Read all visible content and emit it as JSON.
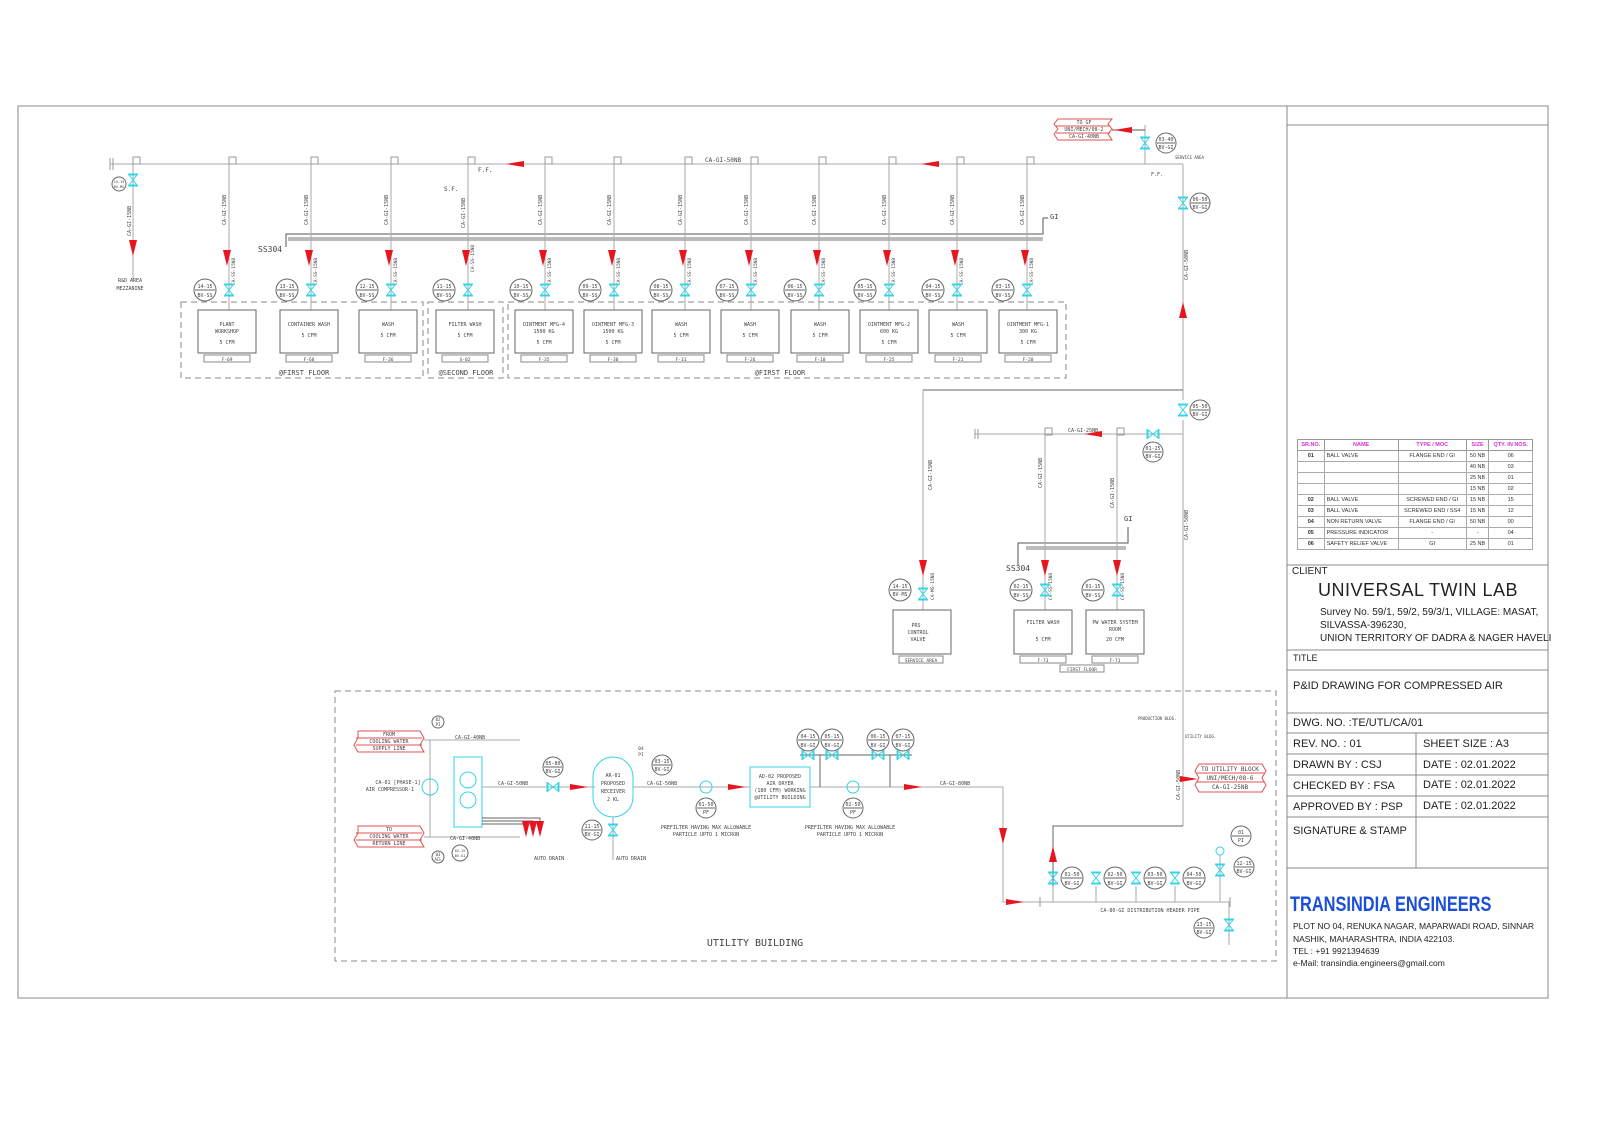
{
  "title_block": {
    "client_label": "CLIENT",
    "client_name": "UNIVERSAL TWIN LAB",
    "client_address": [
      "Survey No. 59/1, 59/2, 59/3/1,   VILLAGE: MASAT,",
      "SILVASSA-396230,",
      "UNION TERRITORY OF DADRA & NAGER HAVELI"
    ],
    "title_label": "TITLE",
    "title": "P&ID DRAWING FOR COMPRESSED AIR",
    "dwg_no": "DWG. NO. :TE/UTL/CA/01",
    "rev_no": "REV. NO. : 01",
    "sheet_size": "SHEET SIZE : A3",
    "drawn_by": "DRAWN BY :  CSJ",
    "checked_by": "CHECKED BY :  FSA",
    "approved_by": "APPROVED BY :  PSP",
    "date1": "DATE :  02.01.2022",
    "date2": "DATE :  02.01.2022",
    "date3": "DATE :  02.01.2022",
    "signature": "SIGNATURE & STAMP",
    "company": "TRANSINDIA ENGINEERS",
    "company_address": [
      "PLOT NO 04, RENUKA NAGAR, MAPARWADI ROAD, SINNAR",
      "NASHIK, MAHARASHTRA, INDIA  422103.",
      "TEL : +91 9921394639",
      "e-Mail: transindia.engineers@gmail.com"
    ],
    "brand_color": "#1a4fd6"
  },
  "bom": {
    "headers": [
      "SR.NO.",
      "NAME",
      "TYPE / MOC",
      "SIZE",
      "QTY. IN NOS."
    ],
    "rows": [
      {
        "sr": "01",
        "name": "BALL VALVE",
        "type": "FLANGE END / GI",
        "size": "50 NB",
        "qty": "06"
      },
      {
        "sr": "",
        "name": "",
        "type": "",
        "size": "40 NB",
        "qty": "03"
      },
      {
        "sr": "",
        "name": "",
        "type": "",
        "size": "25 NB",
        "qty": "01"
      },
      {
        "sr": "",
        "name": "",
        "type": "",
        "size": "15 NB",
        "qty": "02"
      },
      {
        "sr": "02",
        "name": "BALL VALVE",
        "type": "SCREWED END / GI",
        "size": "15 NB",
        "qty": "15"
      },
      {
        "sr": "03",
        "name": "BALL VALVE",
        "type": "SCREWED END / SS4",
        "size": "15 NB",
        "qty": "12"
      },
      {
        "sr": "04",
        "name": "NON RETURN VALVE",
        "type": "FLANGE END / GI",
        "size": "50 NB",
        "qty": "00"
      },
      {
        "sr": "05",
        "name": "PRESSURE INDICATOR",
        "type": "-",
        "size": "-",
        "qty": "04"
      },
      {
        "sr": "06",
        "name": "SAFETY RELIEF VALVE",
        "type": "GI",
        "size": "25 NB",
        "qty": "01"
      }
    ]
  },
  "top_header": {
    "line_label": "CA-GI-50NB",
    "ss_label": "SS304",
    "gi_label": "GI",
    "sf_label": "S.F.",
    "ff_label": "F.F.",
    "rd_area": [
      "R&D AREA",
      "MEZZANINE"
    ],
    "rd_line": "CA-GI-15NB",
    "rd_tag": [
      "15-15",
      "BV-MS"
    ],
    "first_floor_label": "@FIRST  FLOOR",
    "second_floor_label": "@SECOND  FLOOR",
    "branch_line_gi": "CA-GI-15NB",
    "branch_line_ss": "CA-SS-15NB",
    "branch_line_ss_short": "CA-SS-15NB",
    "rooms": [
      {
        "tag": [
          "14-15",
          "BV-SS"
        ],
        "name": [
          "PLANT",
          "WORKSHOP"
        ],
        "cfm": "5 CFM",
        "code": "F-69"
      },
      {
        "tag": [
          "13-15",
          "BV-SS"
        ],
        "name": [
          "CONTAINER WASH"
        ],
        "cfm": "5 CFM",
        "code": "F-68"
      },
      {
        "tag": [
          "12-15",
          "BV-SS"
        ],
        "name": [
          "WASH"
        ],
        "cfm": "5 CFM",
        "code": "F-36"
      },
      {
        "tag": [
          "11-15",
          "BV-SS"
        ],
        "name": [
          "FILTER WASH"
        ],
        "cfm": "5 CFM",
        "code": "S-02"
      },
      {
        "tag": [
          "10-15",
          "BV-SS"
        ],
        "name": [
          "OINTMENT MFG-4",
          "1500 KG"
        ],
        "cfm": "5 CFM",
        "code": "F-35"
      },
      {
        "tag": [
          "09-15",
          "BV-SS"
        ],
        "name": [
          "OINTMENT MFG-3",
          "1500 KG"
        ],
        "cfm": "5 CFM",
        "code": "F-30"
      },
      {
        "tag": [
          "08-15",
          "BV-SS"
        ],
        "name": [
          "WASH"
        ],
        "cfm": "5 CFM",
        "code": "F-31"
      },
      {
        "tag": [
          "07-15",
          "BV-SS"
        ],
        "name": [
          "WASH"
        ],
        "cfm": "5 CFM",
        "code": "F-26"
      },
      {
        "tag": [
          "06-15",
          "BV-SS"
        ],
        "name": [
          "WASH"
        ],
        "cfm": "5 CFM",
        "code": "F-10"
      },
      {
        "tag": [
          "05-15",
          "BV-SS"
        ],
        "name": [
          "OINTMENT MFG-2",
          "600 KG"
        ],
        "cfm": "5 CFM",
        "code": "F-25"
      },
      {
        "tag": [
          "04-15",
          "BV-SS"
        ],
        "name": [
          "WASH"
        ],
        "cfm": "5 CFM",
        "code": "F-21"
      },
      {
        "tag": [
          "03-15",
          "BV-SS"
        ],
        "name": [
          "OINTMENT MFG-1",
          "300 KG"
        ],
        "cfm": "5 CFM",
        "code": "F-20"
      }
    ],
    "to_gf_box": [
      "TO GF",
      "UNI/MECH/08-2",
      "CA-GI-40NB"
    ],
    "tag_03_40": [
      "03-40",
      "BV-GI"
    ],
    "service_area": "SERVICE AREA",
    "ff2": "F.F.",
    "tag_06_50": [
      "06-50",
      "BV-GI"
    ],
    "tag_05_50": [
      "05-50",
      "BV-GI"
    ],
    "riser_label": "CA-GI-50NB"
  },
  "mid_section": {
    "header_line": "CA-GI-25NB",
    "tag_01_25": [
      "01-25",
      "BV-GI"
    ],
    "pcv_line": "CA-GI-15NB",
    "pcv_line2": "CA-MS-15NB",
    "pcv_tag": [
      "14-15",
      "BV-MS"
    ],
    "pcv_box": [
      "PRS",
      "CONTROL",
      "VALVE"
    ],
    "pcv_code": "SERVICE AREA",
    "ss_label": "SS304",
    "gi_label": "GI",
    "branch_gi": "CA-GI-15NB",
    "branch_ss": "CA-SS-15NB",
    "rooms": [
      {
        "tag": [
          "02-15",
          "BV-SS"
        ],
        "name": [
          "FILTER WASH"
        ],
        "cfm": "5 CFM",
        "code": "F-73"
      },
      {
        "tag": [
          "01-15",
          "BV-SS"
        ],
        "name": [
          "PW WATER SYSTEM",
          "ROOM"
        ],
        "cfm": "20 CFM",
        "code": "F-71"
      }
    ],
    "floor_label": "FIRST FLOOR"
  },
  "utility": {
    "label": "UTILITY  BUILDING",
    "from_cw": [
      "FROM",
      "COOLING WATER",
      "SUPPLY LINE"
    ],
    "to_cw": [
      "TO",
      "COOLING WATER",
      "RETURN LINE"
    ],
    "compressor": [
      "CA-01 [PHASE-1]",
      "AIR COMPRESSOR-1"
    ],
    "line_40a": "CA-GI-40NB",
    "line_40b": "CA-GI-40NB",
    "line_50a": "CA-GI-50NB",
    "line_50b": "CA-GI-50NB",
    "line_80": "CA-GI-80NB",
    "tag_05_80": [
      "05-80",
      "BV-GI"
    ],
    "tag_02_pi": [
      "02",
      "PI"
    ],
    "tag_03_acl": [
      "03",
      "ACL"
    ],
    "tag_02_15": [
      "02-15",
      "BV-GI"
    ],
    "tag_03_15": [
      "03-15",
      "BV-GI"
    ],
    "tag_11_15": [
      "11-15",
      "BV-GI"
    ],
    "tag_04_pi": [
      "04",
      "PI"
    ],
    "receiver": [
      "AR-01",
      "PROPOSED",
      "RECEIVER",
      "2 KL"
    ],
    "auto_drain": "AUTO DRAIN",
    "auto_drain2": "AUTO DRAIN",
    "pf1": [
      "01-50",
      "PF"
    ],
    "pf2": [
      "02-50",
      "PF"
    ],
    "prefilter_note": [
      "PREFILTER HAVING MAX ALLOWABLE",
      "PARTICLE UPTO 1 MICRON"
    ],
    "prefilter_note2": [
      "PREFILTER HAVING MAX ALLOWABLE",
      "PARTICLE UPTO 1 MICRON"
    ],
    "dryer": [
      "AD-02 PROPOSED",
      "AIR DRYER",
      "(180 CFM) WORKING",
      "@UTILITY BUILDING"
    ],
    "bypass_tags": [
      [
        "04-15",
        "BV-GI"
      ],
      [
        "05-15",
        "BV-GI"
      ],
      [
        "06-15",
        "BV-GI"
      ],
      [
        "07-15",
        "BV-GI"
      ]
    ],
    "production_bldg": "PRODUCTION BLDG.",
    "utility_bldg": "UTILITY BLDG.",
    "to_utility_box": [
      "TO UTILITY BLOCK",
      "UNI/MECH/08-6",
      "CA-GI-25NB"
    ],
    "riser_label": "CA-GI-50NB",
    "header_tags": [
      [
        "01-50",
        "BV-GI"
      ],
      [
        "02-50",
        "BV-GI"
      ],
      [
        "03-50",
        "BV-GI"
      ],
      [
        "04-50",
        "BV-GI"
      ]
    ],
    "header_label": "CA-80-GI DISTRIBUTION HEADER PIPE",
    "tag_01_pi": [
      "01",
      "PI"
    ],
    "tag_12_15": [
      "12-15",
      "BV-GI"
    ],
    "tag_13_15": [
      "13-15",
      "BV-GI"
    ]
  },
  "colors": {
    "pipe": "#9a9a9a",
    "arrow": "#e8141e",
    "valve": "#33d4e6",
    "box_red": "#e05050",
    "header_magenta": "#d62fd6"
  }
}
